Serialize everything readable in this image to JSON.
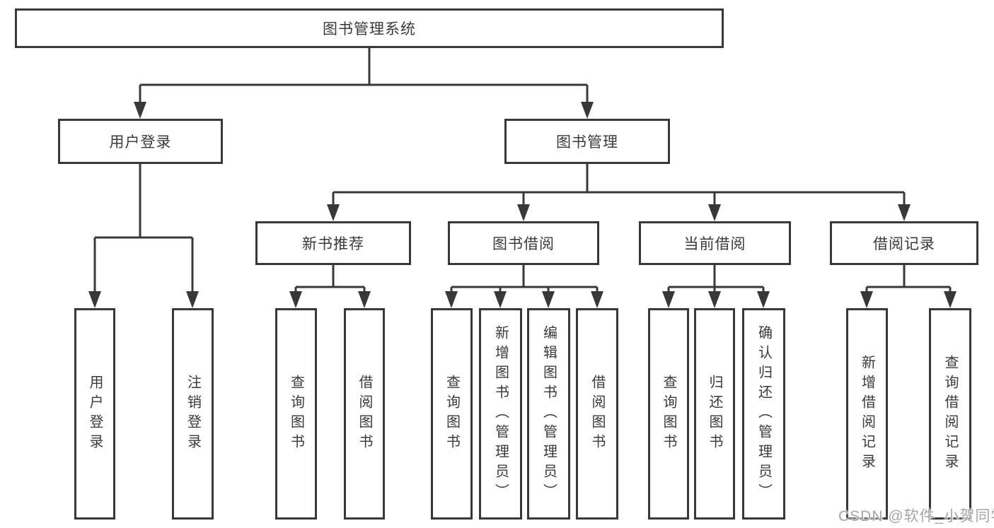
{
  "diagram": {
    "root": {
      "label": "图书管理系统"
    },
    "children": [
      {
        "label": "用户登录",
        "children": [
          {
            "label": "用户登录"
          },
          {
            "label": "注销登录"
          }
        ]
      },
      {
        "label": "图书管理",
        "children": [
          {
            "label": "新书推荐",
            "children": [
              {
                "label": "查询图书"
              },
              {
                "label": "借阅图书"
              }
            ]
          },
          {
            "label": "图书借阅",
            "children": [
              {
                "label": "查询图书"
              },
              {
                "label": "新增图书（管理员）"
              },
              {
                "label": "编辑图书（管理员）"
              },
              {
                "label": "借阅图书"
              }
            ]
          },
          {
            "label": "当前借阅",
            "children": [
              {
                "label": "查询图书"
              },
              {
                "label": "归还图书"
              },
              {
                "label": "确认归还（管理员）"
              }
            ]
          },
          {
            "label": "借阅记录",
            "children": [
              {
                "label": "新增借阅记录"
              },
              {
                "label": "查询借阅记录"
              }
            ]
          }
        ]
      }
    ]
  },
  "watermark": {
    "text": "CSDN @软件_小贺同学"
  },
  "colors": {
    "line": "#383838",
    "border": "#383838",
    "text": "#3a3a3a",
    "watermark": "#a6a6a6",
    "background": "#ffffff"
  }
}
